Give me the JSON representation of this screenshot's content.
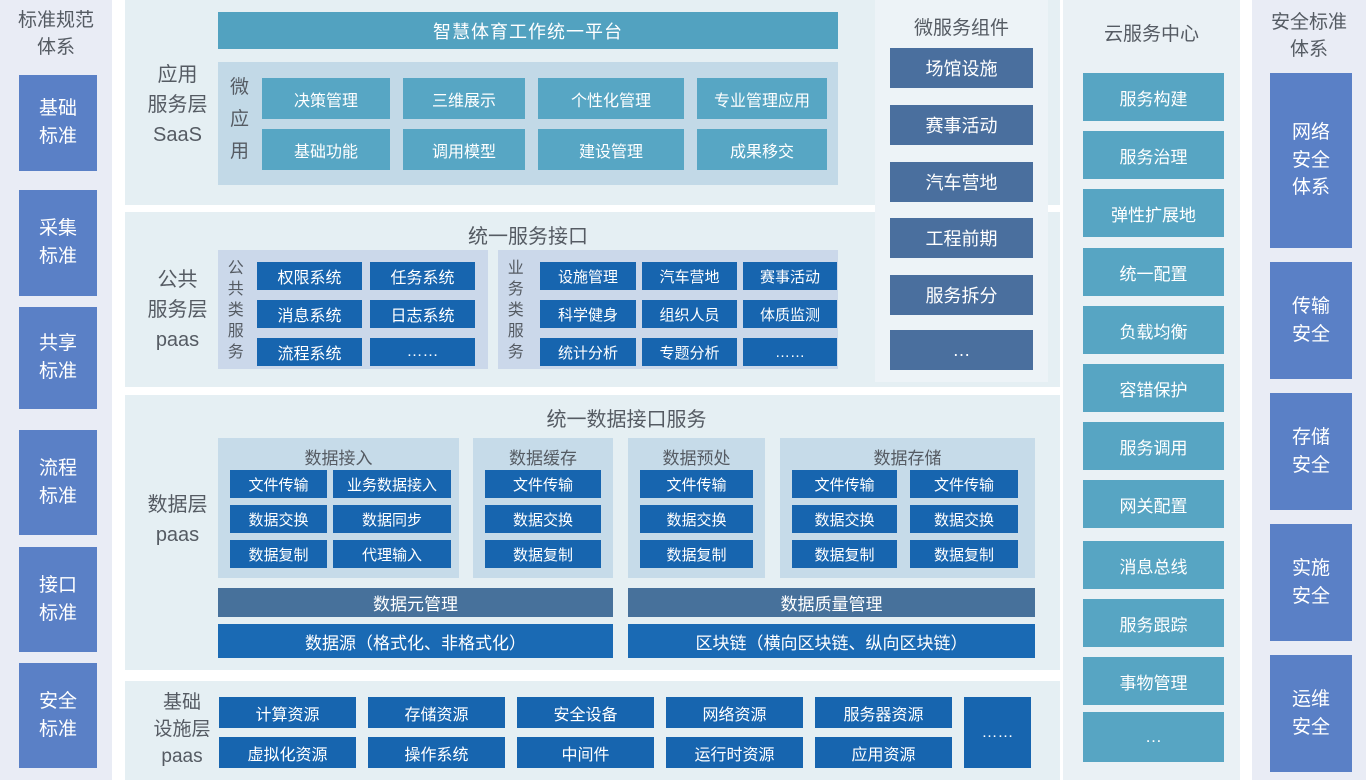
{
  "colors": {
    "teal": "#57A6C4",
    "teal_header": "#52A2C0",
    "dark_blue": "#1765AF",
    "slate": "#4A6F9E",
    "slate_bar": "#47719B",
    "periwinkle": "#5A80C6",
    "panel_bg": "#E5EFF3",
    "column_bg": "#E9ECF5"
  },
  "left_column": {
    "title": "标准规范\n体系",
    "items": [
      "基础\n标准",
      "采集\n标准",
      "共享\n标准",
      "流程\n标准",
      "接口\n标准",
      "安全\n标准"
    ]
  },
  "app_layer": {
    "label": "应用\n服务层\nSaaS",
    "platform_title": "智慧体育工作统一平台",
    "group_label": "微应用",
    "row1": [
      "决策管理",
      "三维展示",
      "个性化管理",
      "专业管理应用"
    ],
    "row2": [
      "基础功能",
      "调用模型",
      "建设管理",
      "成果移交"
    ]
  },
  "public_layer": {
    "label": "公共\n服务层\npaas",
    "title": "统一服务接口",
    "public_group": {
      "label": "公共类服务",
      "items": [
        "权限系统",
        "任务系统",
        "消息系统",
        "日志系统",
        "流程系统",
        "……"
      ]
    },
    "business_group": {
      "label": "业务类服务",
      "items": [
        "设施管理",
        "汽车营地",
        "赛事活动",
        "科学健身",
        "组织人员",
        "体质监测",
        "统计分析",
        "专题分析",
        "……"
      ]
    }
  },
  "data_layer": {
    "label": "数据层\npaas",
    "title": "统一数据接口服务",
    "access_group": {
      "title": "数据接入",
      "items": [
        "文件传输",
        "业务数据接入",
        "数据交换",
        "数据同步",
        "数据复制",
        "代理输入"
      ]
    },
    "cache_group": {
      "title": "数据缓存",
      "items": [
        "文件传输",
        "数据交换",
        "数据复制"
      ]
    },
    "preprocess_group": {
      "title": "数据预处",
      "items": [
        "文件传输",
        "数据交换",
        "数据复制"
      ]
    },
    "storage_group": {
      "title": "数据存储",
      "items": [
        "文件传输",
        "文件传输",
        "数据交换",
        "数据交换",
        "数据复制",
        "数据复制"
      ]
    },
    "meta_bar": "数据元管理",
    "quality_bar": "数据质量管理",
    "source_bar": "数据源（格式化、非格式化）",
    "blockchain_bar": "区块链（横向区块链、纵向区块链）"
  },
  "infra_layer": {
    "label": "基础\n设施层\npaas",
    "row1": [
      "计算资源",
      "存储资源",
      "安全设备",
      "网络资源",
      "服务器资源"
    ],
    "row2": [
      "虚拟化资源",
      "操作系统",
      "中间件",
      "运行时资源",
      "应用资源"
    ],
    "more": "……"
  },
  "microservices": {
    "title": "微服务组件",
    "items": [
      "场馆设施",
      "赛事活动",
      "汽车营地",
      "工程前期",
      "服务拆分",
      "…"
    ]
  },
  "cloud_center": {
    "title": "云服务中心",
    "items": [
      "服务构建",
      "服务治理",
      "弹性扩展地",
      "统一配置",
      "负载均衡",
      "容错保护",
      "服务调用",
      "网关配置",
      "消息总线",
      "服务跟踪",
      "事物管理",
      "…"
    ]
  },
  "security_column": {
    "title": "安全标准\n体系",
    "items": [
      "网络\n安全\n体系",
      "传输\n安全",
      "存储\n安全",
      "实施\n安全",
      "运维\n安全"
    ]
  }
}
